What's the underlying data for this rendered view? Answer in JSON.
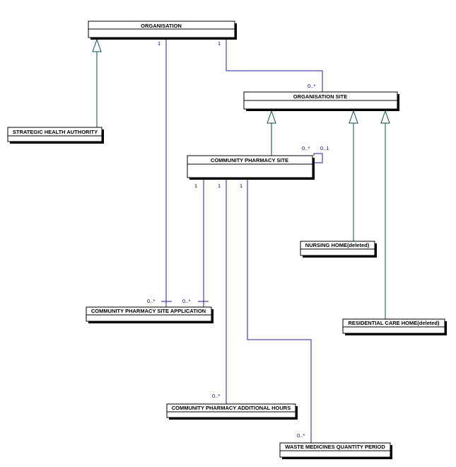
{
  "classes": {
    "organisation": "ORGANISATION",
    "organisation_site": "ORGANISATION SITE",
    "strategic_health_authority": "STRATEGIC HEALTH AUTHORITY",
    "community_pharmacy_site": "COMMUNITY PHARMACY SITE",
    "nursing_home": "NURSING HOME(deleted)",
    "residential_care_home": "RESIDENTIAL CARE HOME(deleted)",
    "cp_site_application": "COMMUNITY PHARMACY SITE APPLICATION",
    "cp_additional_hours": "COMMUNITY PHARMACY ADDITIONAL HOURS",
    "waste_medicines_period": "WASTE MEDICINES QUANTITY PERIOD"
  },
  "multiplicities": {
    "org_to_app_one": "1",
    "org_to_site_one": "1",
    "org_to_site_many": "0..*",
    "cps_self_many": "0..*",
    "cps_self_one": "0..1",
    "cps_app_one": "1",
    "cps_hours_one": "1",
    "cps_waste_one": "1",
    "app_from_org_many": "0..*",
    "app_from_cps_many": "0..*",
    "hours_many": "0..*",
    "waste_many": "0..*"
  }
}
